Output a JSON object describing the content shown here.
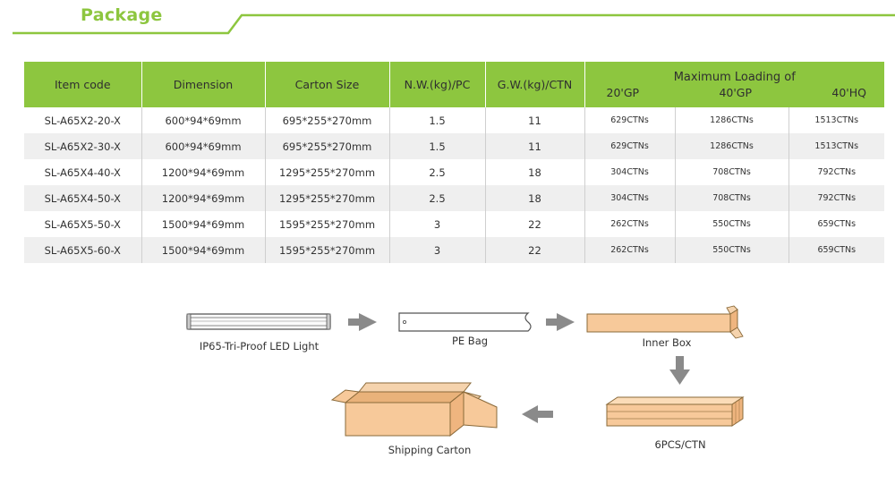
{
  "section_title": "Package",
  "table": {
    "headers": {
      "item_code": "Item code",
      "dimension": "Dimension",
      "carton_size": "Carton Size",
      "nw": "N.W.(kg)/PC",
      "gw": "G.W.(kg)/CTN",
      "max_loading": "Maximum Loading of",
      "gp20": "20'GP",
      "gp40": "40'GP",
      "hq40": "40'HQ"
    },
    "rows": [
      {
        "item": "SL-A65X2-20-X",
        "dim": "600*94*69mm",
        "carton": "695*255*270mm",
        "nw": "1.5",
        "gw": "11",
        "gp20": "629CTNs",
        "gp40": "1286CTNs",
        "hq40": "1513CTNs"
      },
      {
        "item": "SL-A65X2-30-X",
        "dim": "600*94*69mm",
        "carton": "695*255*270mm",
        "nw": "1.5",
        "gw": "11",
        "gp20": "629CTNs",
        "gp40": "1286CTNs",
        "hq40": "1513CTNs"
      },
      {
        "item": "SL-A65X4-40-X",
        "dim": "1200*94*69mm",
        "carton": "1295*255*270mm",
        "nw": "2.5",
        "gw": "18",
        "gp20": "304CTNs",
        "gp40": "708CTNs",
        "hq40": "792CTNs"
      },
      {
        "item": "SL-A65X4-50-X",
        "dim": "1200*94*69mm",
        "carton": "1295*255*270mm",
        "nw": "2.5",
        "gw": "18",
        "gp20": "304CTNs",
        "gp40": "708CTNs",
        "hq40": "792CTNs"
      },
      {
        "item": "SL-A65X5-50-X",
        "dim": "1500*94*69mm",
        "carton": "1595*255*270mm",
        "nw": "3",
        "gw": "22",
        "gp20": "262CTNs",
        "gp40": "550CTNs",
        "hq40": "659CTNs"
      },
      {
        "item": "SL-A65X5-60-X",
        "dim": "1500*94*69mm",
        "carton": "1595*255*270mm",
        "nw": "3",
        "gw": "22",
        "gp20": "262CTNs",
        "gp40": "550CTNs",
        "hq40": "659CTNs"
      }
    ]
  },
  "flow": {
    "light": "IP65-Tri-Proof LED Light",
    "pe_bag": "PE Bag",
    "inner_box": "Inner Box",
    "pcs_ctn": "6PCS/CTN",
    "shipping": "Shipping Carton"
  },
  "colors": {
    "accent": "#8dc63f",
    "carton": "#f7c99a",
    "carton_edge": "#8a6a3a",
    "arrow": "#8a8a8a"
  }
}
